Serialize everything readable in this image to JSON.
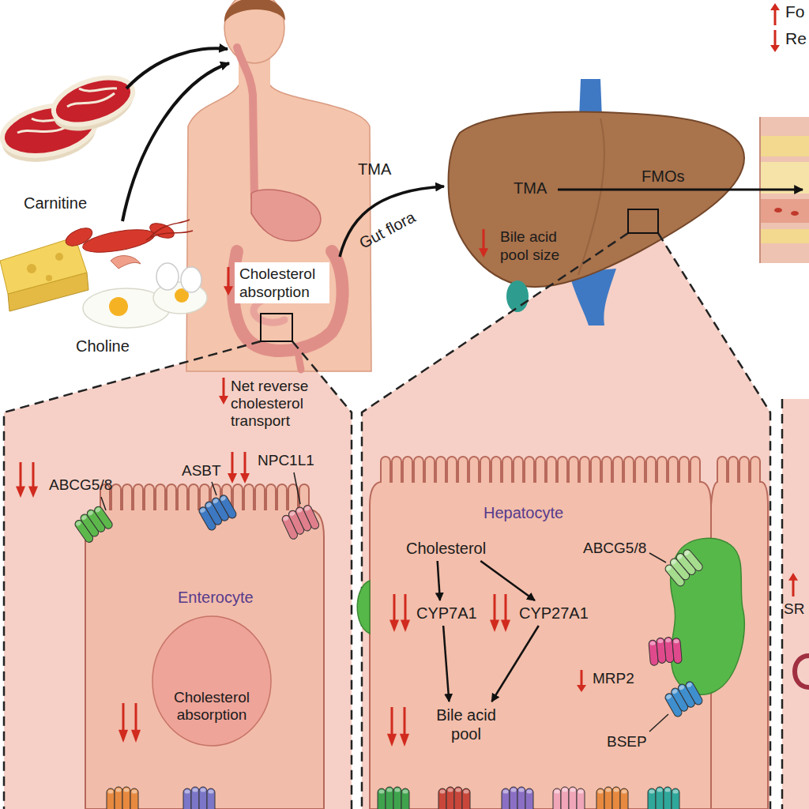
{
  "diagram": {
    "nodes": [
      {
        "text": [
          "Cholesterol absorption"
        ]
      },
      {
        "text": [
          "TMA",
          "Bile acid pool size"
        ]
      },
      {
        "text": [
          "Enterocyte"
        ]
      },
      {
        "text": [
          "Cholesterol absorption"
        ],
        "in": 2
      },
      {
        "text": [
          "Hepatocyte"
        ]
      },
      {
        "text": [
          "Cholesterol"
        ],
        "in": 4
      },
      {
        "text": [
          "CYP7A1"
        ],
        "in": 4
      },
      {
        "text": [
          "CYP27A1"
        ],
        "in": 4
      },
      {
        "text": [
          "Bile acid pool"
        ],
        "in": 4
      }
    ],
    "edges": [
      {
        "from": 5,
        "to": 6,
        "arrow": "to"
      },
      {
        "from": 5,
        "to": 7,
        "arrow": "to"
      },
      {
        "from": 6,
        "to": 8,
        "arrow": "to"
      },
      {
        "from": 7,
        "to": 8,
        "arrow": "to"
      }
    ],
    "labels": [
      "Carnitine",
      "Choline",
      "TMA",
      "Gut flora",
      "FMOs",
      "Fo",
      "Re",
      "Net reverse cholesterol transport",
      "ABCG5/8",
      "ASBT",
      "NPC1L1",
      "ABCG5/8",
      "MRP2",
      "BSEP",
      "SR"
    ]
  }
}
